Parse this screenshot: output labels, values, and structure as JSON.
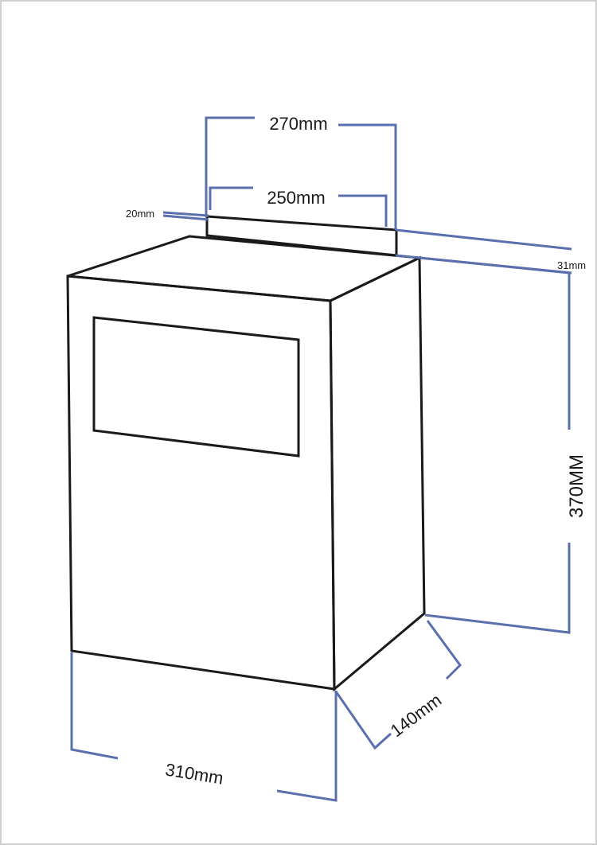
{
  "diagram": {
    "labels": {
      "width_top": "270mm",
      "width_inner": "250mm",
      "lip_height": "20mm",
      "depth_top": "31mm",
      "height": "370MM",
      "depth": "140mm",
      "width_bottom": "310mm"
    },
    "colors": {
      "outline": "#1a1a1a",
      "dimension": "#5b6fae",
      "background": "#ffffff",
      "frame": "#cfcfcf"
    }
  }
}
